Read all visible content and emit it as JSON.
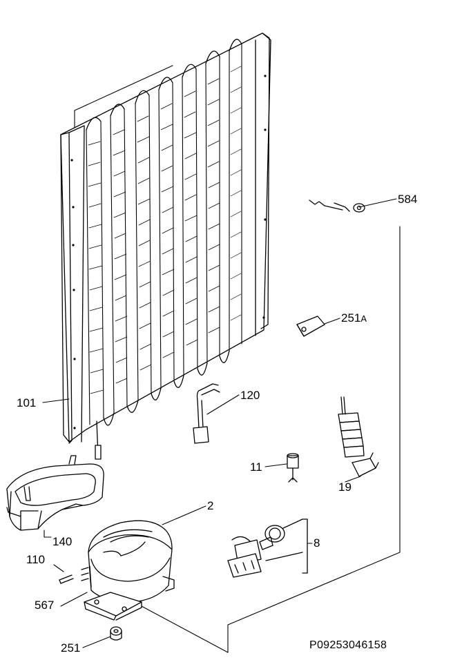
{
  "diagram": {
    "reference_code": "P09253046158",
    "parts": [
      {
        "id": "584",
        "label": "584"
      },
      {
        "id": "251A",
        "label": "251",
        "suffix": "A"
      },
      {
        "id": "120",
        "label": "120"
      },
      {
        "id": "101",
        "label": "101"
      },
      {
        "id": "11",
        "label": "11"
      },
      {
        "id": "19",
        "label": "19"
      },
      {
        "id": "2",
        "label": "2"
      },
      {
        "id": "140",
        "label": "140"
      },
      {
        "id": "8",
        "label": "8"
      },
      {
        "id": "110",
        "label": "110"
      },
      {
        "id": "567",
        "label": "567"
      },
      {
        "id": "251",
        "label": "251"
      }
    ]
  }
}
